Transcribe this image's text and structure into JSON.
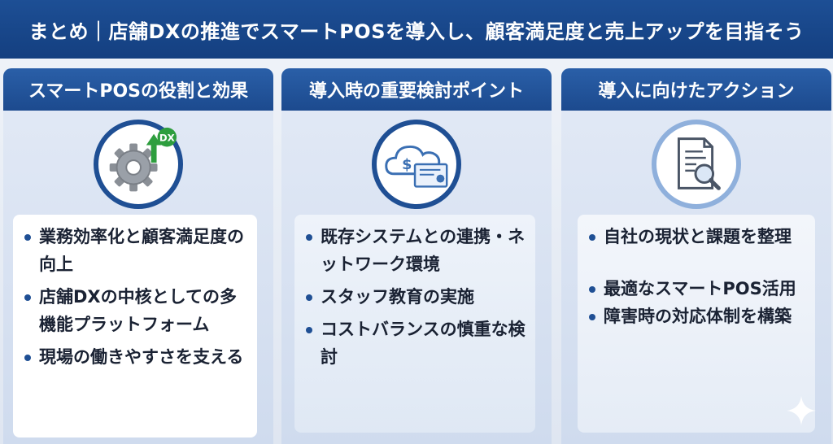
{
  "header": {
    "title": "まとめ｜店舗DXの推進でスマートPOSを導入し、顧客満足度と売上アップを目指そう"
  },
  "columns": [
    {
      "title": "スマートPOSの役割と効果",
      "icon": "gear-dx-icon",
      "badge": "DX",
      "items": [
        "業務効率化と顧客満足度の向上",
        "店舗DXの中核としての多機能プラットフォーム",
        "現場の働きやすさを支える"
      ]
    },
    {
      "title": "導入時の重要検討ポイント",
      "icon": "cloud-certificate-icon",
      "items": [
        "既存システムとの連携・ネットワーク環境",
        "スタッフ教育の実施",
        "コストバランスの慎重な検討"
      ]
    },
    {
      "title": "導入に向けたアクション",
      "icon": "document-magnifier-icon",
      "items": [
        "自社の現状と課題を整理",
        "最適なスマートPOS活用",
        "障害時の対応体制を構築"
      ]
    }
  ],
  "colors": {
    "header_bg": "#1a4788",
    "accent": "#1f4f94",
    "green": "#2e9e3e"
  }
}
